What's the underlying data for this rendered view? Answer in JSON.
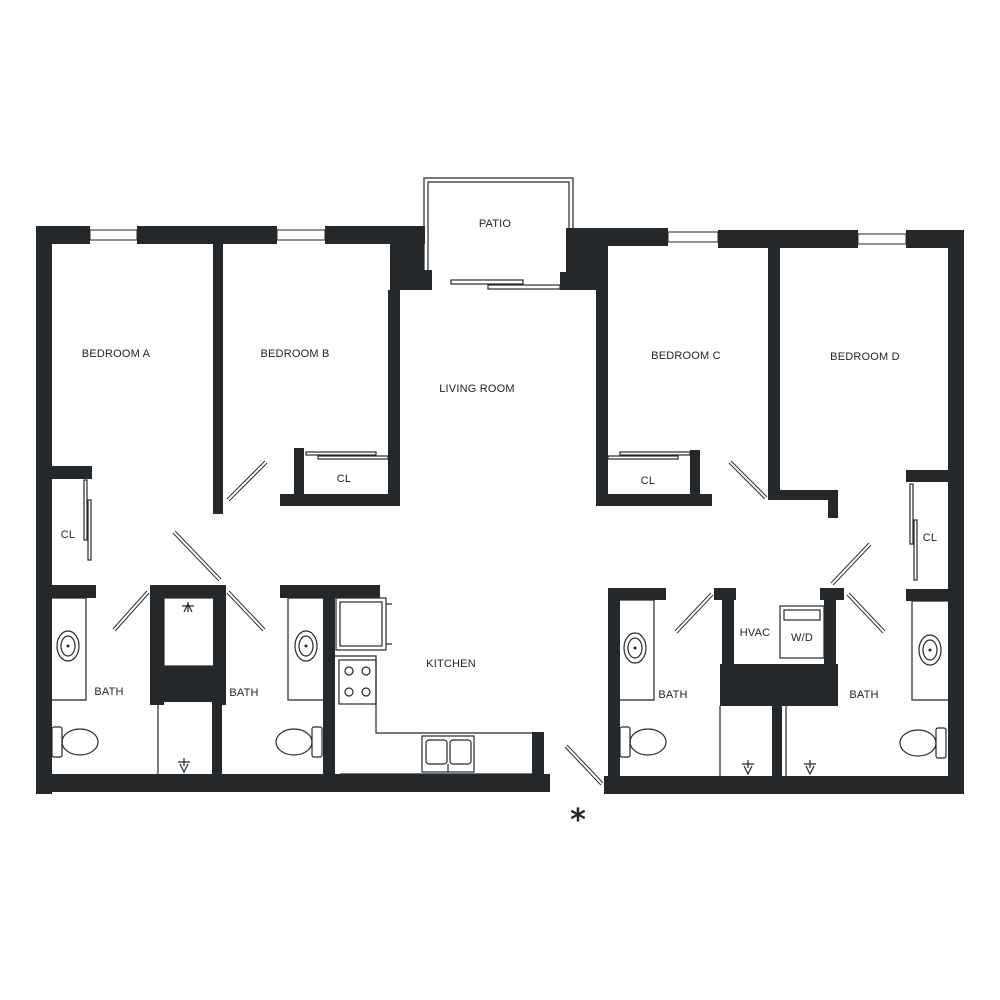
{
  "colors": {
    "wall": "#25282a",
    "background": "#ffffff",
    "label": "#231f20"
  },
  "rooms": {
    "patio": "PATIO",
    "bedroom_a": "BEDROOM A",
    "bedroom_b": "BEDROOM B",
    "living_room": "LIVING ROOM",
    "bedroom_c": "BEDROOM C",
    "bedroom_d": "BEDROOM D",
    "closet_b": "CL",
    "closet_c": "CL",
    "closet_a": "CL",
    "closet_d": "CL",
    "kitchen": "KITCHEN",
    "hvac": "HVAC",
    "washer_dryer": "W/D",
    "bath_1": "BATH",
    "bath_2": "BATH",
    "bath_3": "BATH",
    "bath_4": "BATH"
  },
  "entry_marker": "*",
  "icons": [
    "toilet-icon",
    "sink-icon",
    "shower-icon",
    "range-icon",
    "double-sink-icon",
    "washer-dryer-icon",
    "refrigerator-icon",
    "door-icon"
  ]
}
